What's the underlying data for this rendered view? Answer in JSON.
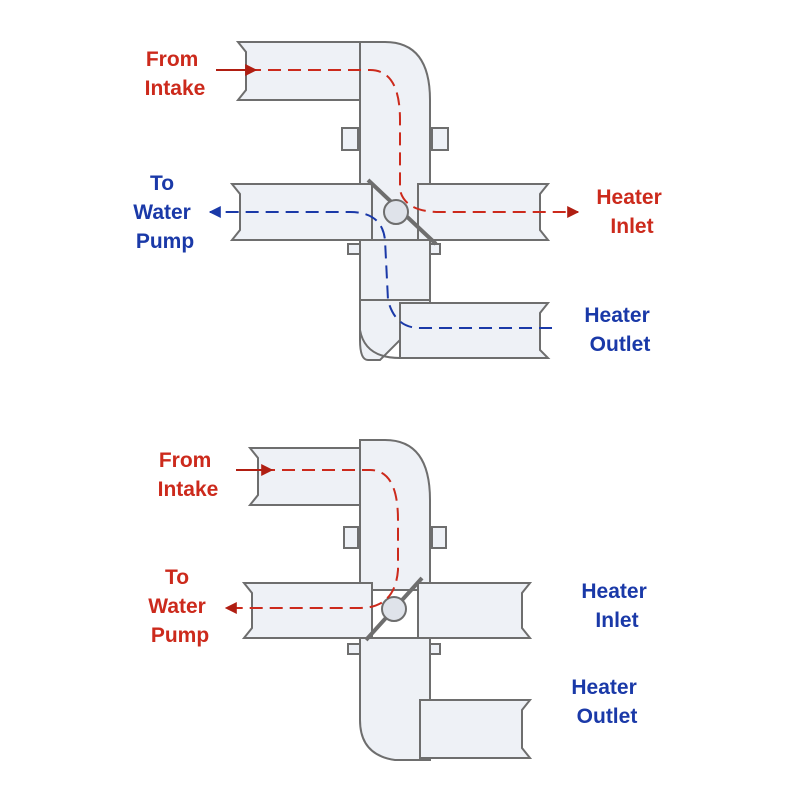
{
  "colors": {
    "hot": "#cc2a1c",
    "cold": "#1a39a8",
    "valve_outline": "#6e6e6e",
    "valve_fill": "#eef1f6",
    "valve_inner": "#dfe3ea"
  },
  "panels": [
    {
      "valve_state": "heater-on",
      "labels": {
        "from_intake": [
          "From",
          "Intake"
        ],
        "to_water_pump": [
          "To",
          "Water",
          "Pump"
        ],
        "heater_inlet": [
          "Heater",
          "Inlet"
        ],
        "heater_outlet": [
          "Heater",
          "Outlet"
        ]
      }
    },
    {
      "valve_state": "bypass",
      "labels": {
        "from_intake": [
          "From",
          "Intake"
        ],
        "to_water_pump": [
          "To",
          "Water",
          "Pump"
        ],
        "heater_inlet": [
          "Heater",
          "Inlet"
        ],
        "heater_outlet": [
          "Heater",
          "Outlet"
        ]
      }
    }
  ]
}
